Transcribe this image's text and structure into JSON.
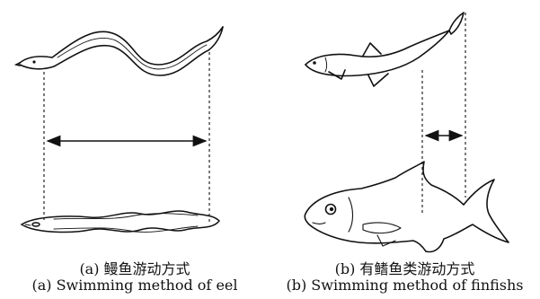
{
  "panels": [
    {
      "id": "a",
      "caption_zh": "(a) 鳗鱼游动方式",
      "caption_en": "(a) Swimming method of eel"
    },
    {
      "id": "b",
      "caption_zh": "(b) 有鳍鱼类游动方式",
      "caption_en": "(b) Swimming method of finfishs"
    }
  ],
  "colors": {
    "ink": "#111111",
    "background": "#ffffff"
  }
}
